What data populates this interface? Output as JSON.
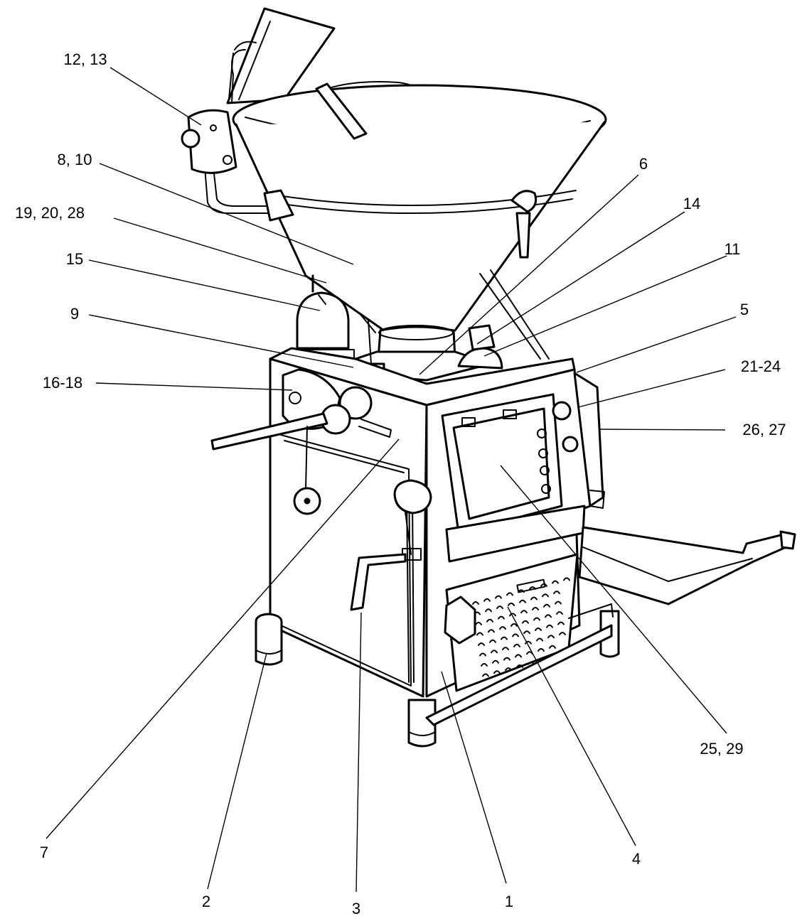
{
  "diagram": {
    "labels": [
      {
        "id": "12-13",
        "text": "12, 13"
      },
      {
        "id": "8-10",
        "text": "8, 10"
      },
      {
        "id": "19-20-28",
        "text": "19, 20, 28"
      },
      {
        "id": "15",
        "text": "15"
      },
      {
        "id": "9",
        "text": "9"
      },
      {
        "id": "16-18",
        "text": "16-18"
      },
      {
        "id": "6",
        "text": "6"
      },
      {
        "id": "14",
        "text": "14"
      },
      {
        "id": "11",
        "text": "11"
      },
      {
        "id": "5",
        "text": "5"
      },
      {
        "id": "21-24",
        "text": "21-24"
      },
      {
        "id": "26-27",
        "text": "26, 27"
      },
      {
        "id": "25-29",
        "text": "25, 29"
      },
      {
        "id": "7",
        "text": "7"
      },
      {
        "id": "2",
        "text": "2"
      },
      {
        "id": "3",
        "text": "3"
      },
      {
        "id": "1",
        "text": "1"
      },
      {
        "id": "4",
        "text": "4"
      }
    ]
  }
}
